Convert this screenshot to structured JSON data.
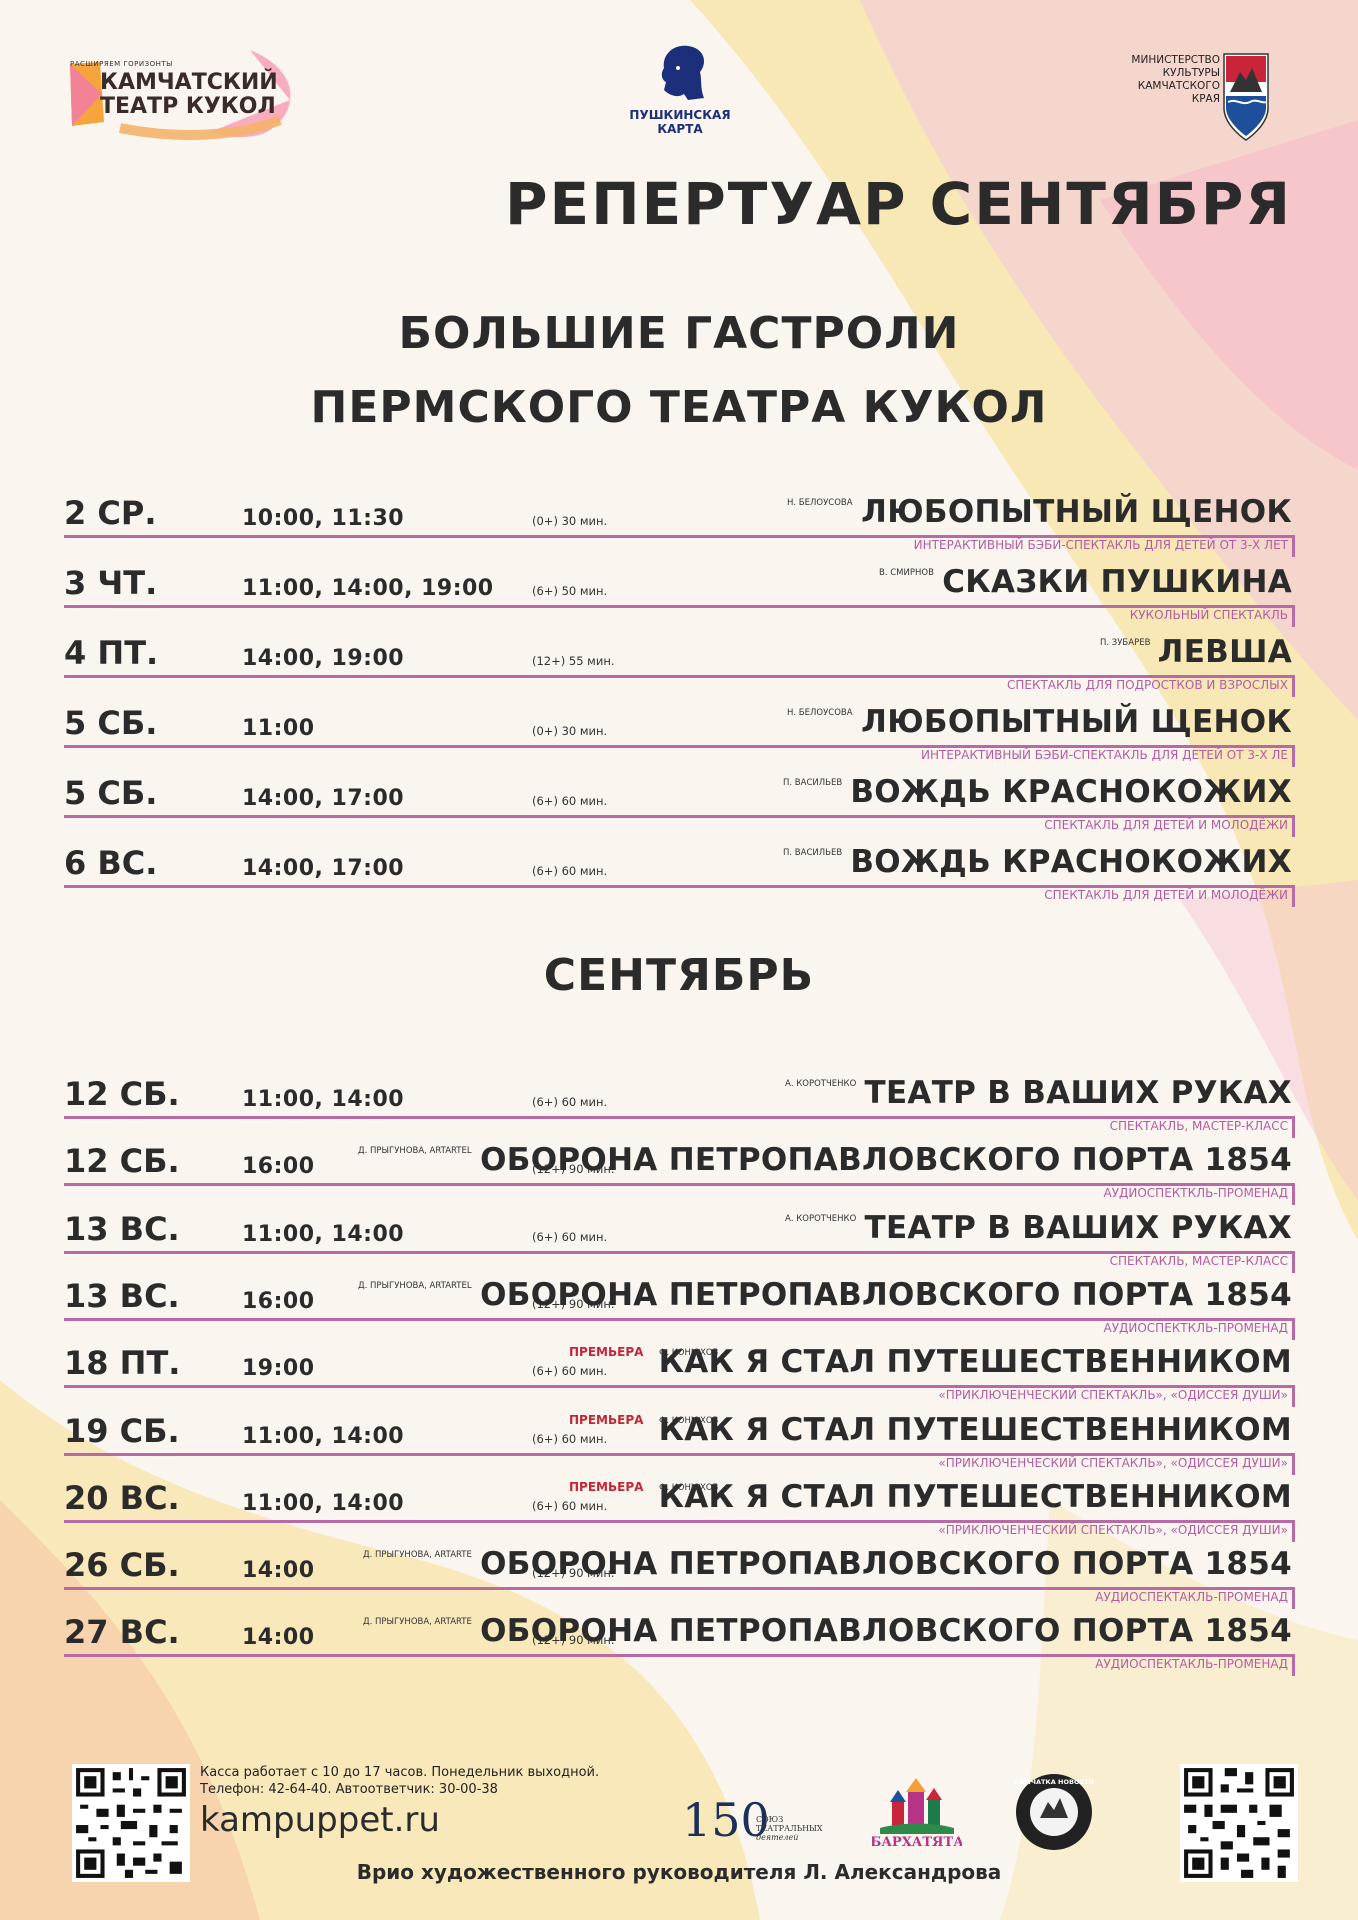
{
  "header": {
    "theatre_logo": {
      "tagline": "РАСШИРЯЕМ ГОРИЗОНТЫ",
      "name_line1": "КАМЧАТСКИЙ",
      "name_line2": "ТЕАТР КУКОЛ"
    },
    "pushkin_card": {
      "line1": "ПУШКИНСКАЯ",
      "line2": "КАРТА"
    },
    "ministry": {
      "line1": "МИНИСТЕРСТВО",
      "line2": "КУЛЬТУРЫ",
      "line3": "КАМЧАТСКОГО",
      "line4": "КРАЯ"
    }
  },
  "title": "РЕПЕРТУАР СЕНТЯБРЯ",
  "section1": {
    "line1": "БОЛЬШИЕ ГАСТРОЛИ",
    "line2": "ПЕРМСКОГО ТЕАТРА КУКОЛ"
  },
  "tour": [
    {
      "date": "2 СР.",
      "times": "10:00, 11:30",
      "meta": "(0+) 30 мин.",
      "director": "Н. БЕЛОУСОВА",
      "title": "ЛЮБОПЫТНЫЙ ЩЕНОК",
      "genre": "ИНТЕРАКТИВНЫЙ БЭБИ-СПЕКТАКЛЬ ДЛЯ ДЕТЕЙ ОТ 3-Х ЛЕТ"
    },
    {
      "date": "3 ЧТ.",
      "times": "11:00, 14:00, 19:00",
      "meta": "(6+) 50 мин.",
      "director": "В. СМИРНОВ",
      "title": "СКАЗКИ ПУШКИНА",
      "genre": "КУКОЛЬНЫЙ СПЕКТАКЛЬ"
    },
    {
      "date": "4 ПТ.",
      "times": "14:00, 19:00",
      "meta": "(12+) 55 мин.",
      "director": "П. ЗУБАРЕВ",
      "title": "ЛЕВША",
      "genre": "СПЕКТАКЛЬ ДЛЯ ПОДРОСТКОВ И ВЗРОСЛЫХ"
    },
    {
      "date": "5 СБ.",
      "times": "11:00",
      "meta": "(0+) 30 мин.",
      "director": "Н. БЕЛОУСОВА",
      "title": "ЛЮБОПЫТНЫЙ ЩЕНОК",
      "genre": "ИНТЕРАКТИВНЫЙ БЭБИ-СПЕКТАКЛЬ ДЛЯ ДЕТЕЙ ОТ 3-Х ЛЕ"
    },
    {
      "date": "5 СБ.",
      "times": "14:00, 17:00",
      "meta": "(6+) 60 мин.",
      "director": "П. ВАСИЛЬЕВ",
      "title": "ВОЖДЬ КРАСНОКОЖИХ",
      "genre": "СПЕКТАКЛЬ ДЛЯ ДЕТЕЙ И МОЛОДЁЖИ"
    },
    {
      "date": "6 ВС.",
      "times": "14:00, 17:00",
      "meta": "(6+) 60 мин.",
      "director": "П. ВАСИЛЬЕВ",
      "title": "ВОЖДЬ КРАСНОКОЖИХ",
      "genre": "СПЕКТАКЛЬ ДЛЯ ДЕТЕЙ И МОЛОДЁЖИ"
    }
  ],
  "section2": {
    "title": "СЕНТЯБРЬ"
  },
  "september": [
    {
      "date": "12 СБ.",
      "times": "11:00, 14:00",
      "meta": "(6+) 60 мин.",
      "director": "А. КОРОТЧЕНКО",
      "premiere": "",
      "title": "ТЕАТР В ВАШИХ РУКАХ",
      "genre": "СПЕКТАКЛЬ, МАСТЕР-КЛАСС"
    },
    {
      "date": "12 СБ.",
      "times": "16:00",
      "meta": "(12+) 90 мин.",
      "director": "Д. ПРЫГУНОВА, ARTARTEL",
      "premiere": "",
      "title": "ОБОРОНА ПЕТРОПАВЛОВСКОГО ПОРТА 1854",
      "genre": "АУДИОСПЕКТКЛЬ-ПРОМЕНАД"
    },
    {
      "date": "13 ВС.",
      "times": "11:00, 14:00",
      "meta": "(6+) 60 мин.",
      "director": "А. КОРОТЧЕНКО",
      "premiere": "",
      "title": "ТЕАТР В ВАШИХ РУКАХ",
      "genre": "СПЕКТАКЛЬ, МАСТЕР-КЛАСС"
    },
    {
      "date": "13 ВС.",
      "times": "16:00",
      "meta": "(12+) 90 мин.",
      "director": "Д. ПРЫГУНОВА, ARTARTEL",
      "premiere": "",
      "title": "ОБОРОНА ПЕТРОПАВЛОВСКОГО ПОРТА 1854",
      "genre": "АУДИОСПЕКТКЛЬ-ПРОМЕНАД"
    },
    {
      "date": "18 ПТ.",
      "times": "19:00",
      "meta": "(6+) 60 мин.",
      "director": "Ф. КОНЮХОВ",
      "premiere": "ПРЕМЬЕРА",
      "title": "КАК Я СТАЛ ПУТЕШЕСТВЕННИКОМ",
      "genre": "«ПРИКЛЮЧЕНЧЕСКИЙ СПЕКТАКЛЬ», «ОДИССЕЯ ДУШИ»"
    },
    {
      "date": "19 СБ.",
      "times": "11:00, 14:00",
      "meta": "(6+) 60 мин.",
      "director": "Ф. КОНЮХОВ",
      "premiere": "ПРЕМЬЕРА",
      "title": "КАК Я СТАЛ ПУТЕШЕСТВЕННИКОМ",
      "genre": "«ПРИКЛЮЧЕНЧЕСКИЙ СПЕКТАКЛЬ», «ОДИССЕЯ ДУШИ»"
    },
    {
      "date": "20 ВС.",
      "times": "11:00, 14:00",
      "meta": "(6+) 60 мин.",
      "director": "Ф. КОНЮХОВ",
      "premiere": "ПРЕМЬЕРА",
      "title": "КАК Я СТАЛ ПУТЕШЕСТВЕННИКОМ",
      "genre": "«ПРИКЛЮЧЕНЧЕСКИЙ СПЕКТАКЛЬ», «ОДИССЕЯ ДУШИ»"
    },
    {
      "date": "26 СБ.",
      "times": "14:00",
      "meta": "(12+) 90 мин.",
      "director": "Д. ПРЫГУНОВА, ARTARTE",
      "premiere": "",
      "title": "ОБОРОНА ПЕТРОПАВЛОВСКОГО ПОРТА 1854",
      "genre": "АУДИОСПЕКТАКЛЬ-ПРОМЕНАД"
    },
    {
      "date": "27 ВС.",
      "times": "14:00",
      "meta": "(12+) 90 мин.",
      "director": "Д. ПРЫГУНОВА, ARTARTE",
      "premiere": "",
      "title": "ОБОРОНА ПЕТРОПАВЛОВСКОГО ПОРТА 1854",
      "genre": "АУДИОСПЕКТАКЛЬ-ПРОМЕНАД"
    }
  ],
  "footer": {
    "info_line1": "Касса работает с 10 до 17 часов. Понедельник выходной.",
    "info_line2": "Телефон: 42-64-40. Автоответчик: 30-00-38",
    "site": "kampuppet.ru",
    "credit": "Врио художественного руководителя Л. Александрова",
    "partner_std": {
      "number": "150",
      "label_line1": "СОЮЗ",
      "label_line2": "ТЕАТРАЛЬНЫХ",
      "label_line3": "деятелей"
    },
    "partner_barkhat": "БАРХАТЯТА",
    "partner_news": "КАМЧАТКА НОВОСТИ"
  },
  "colors": {
    "accent_line": "#b76aa6",
    "genre_text": "#b35da0",
    "premiere": "#c42637",
    "text": "#2b2b2b"
  }
}
